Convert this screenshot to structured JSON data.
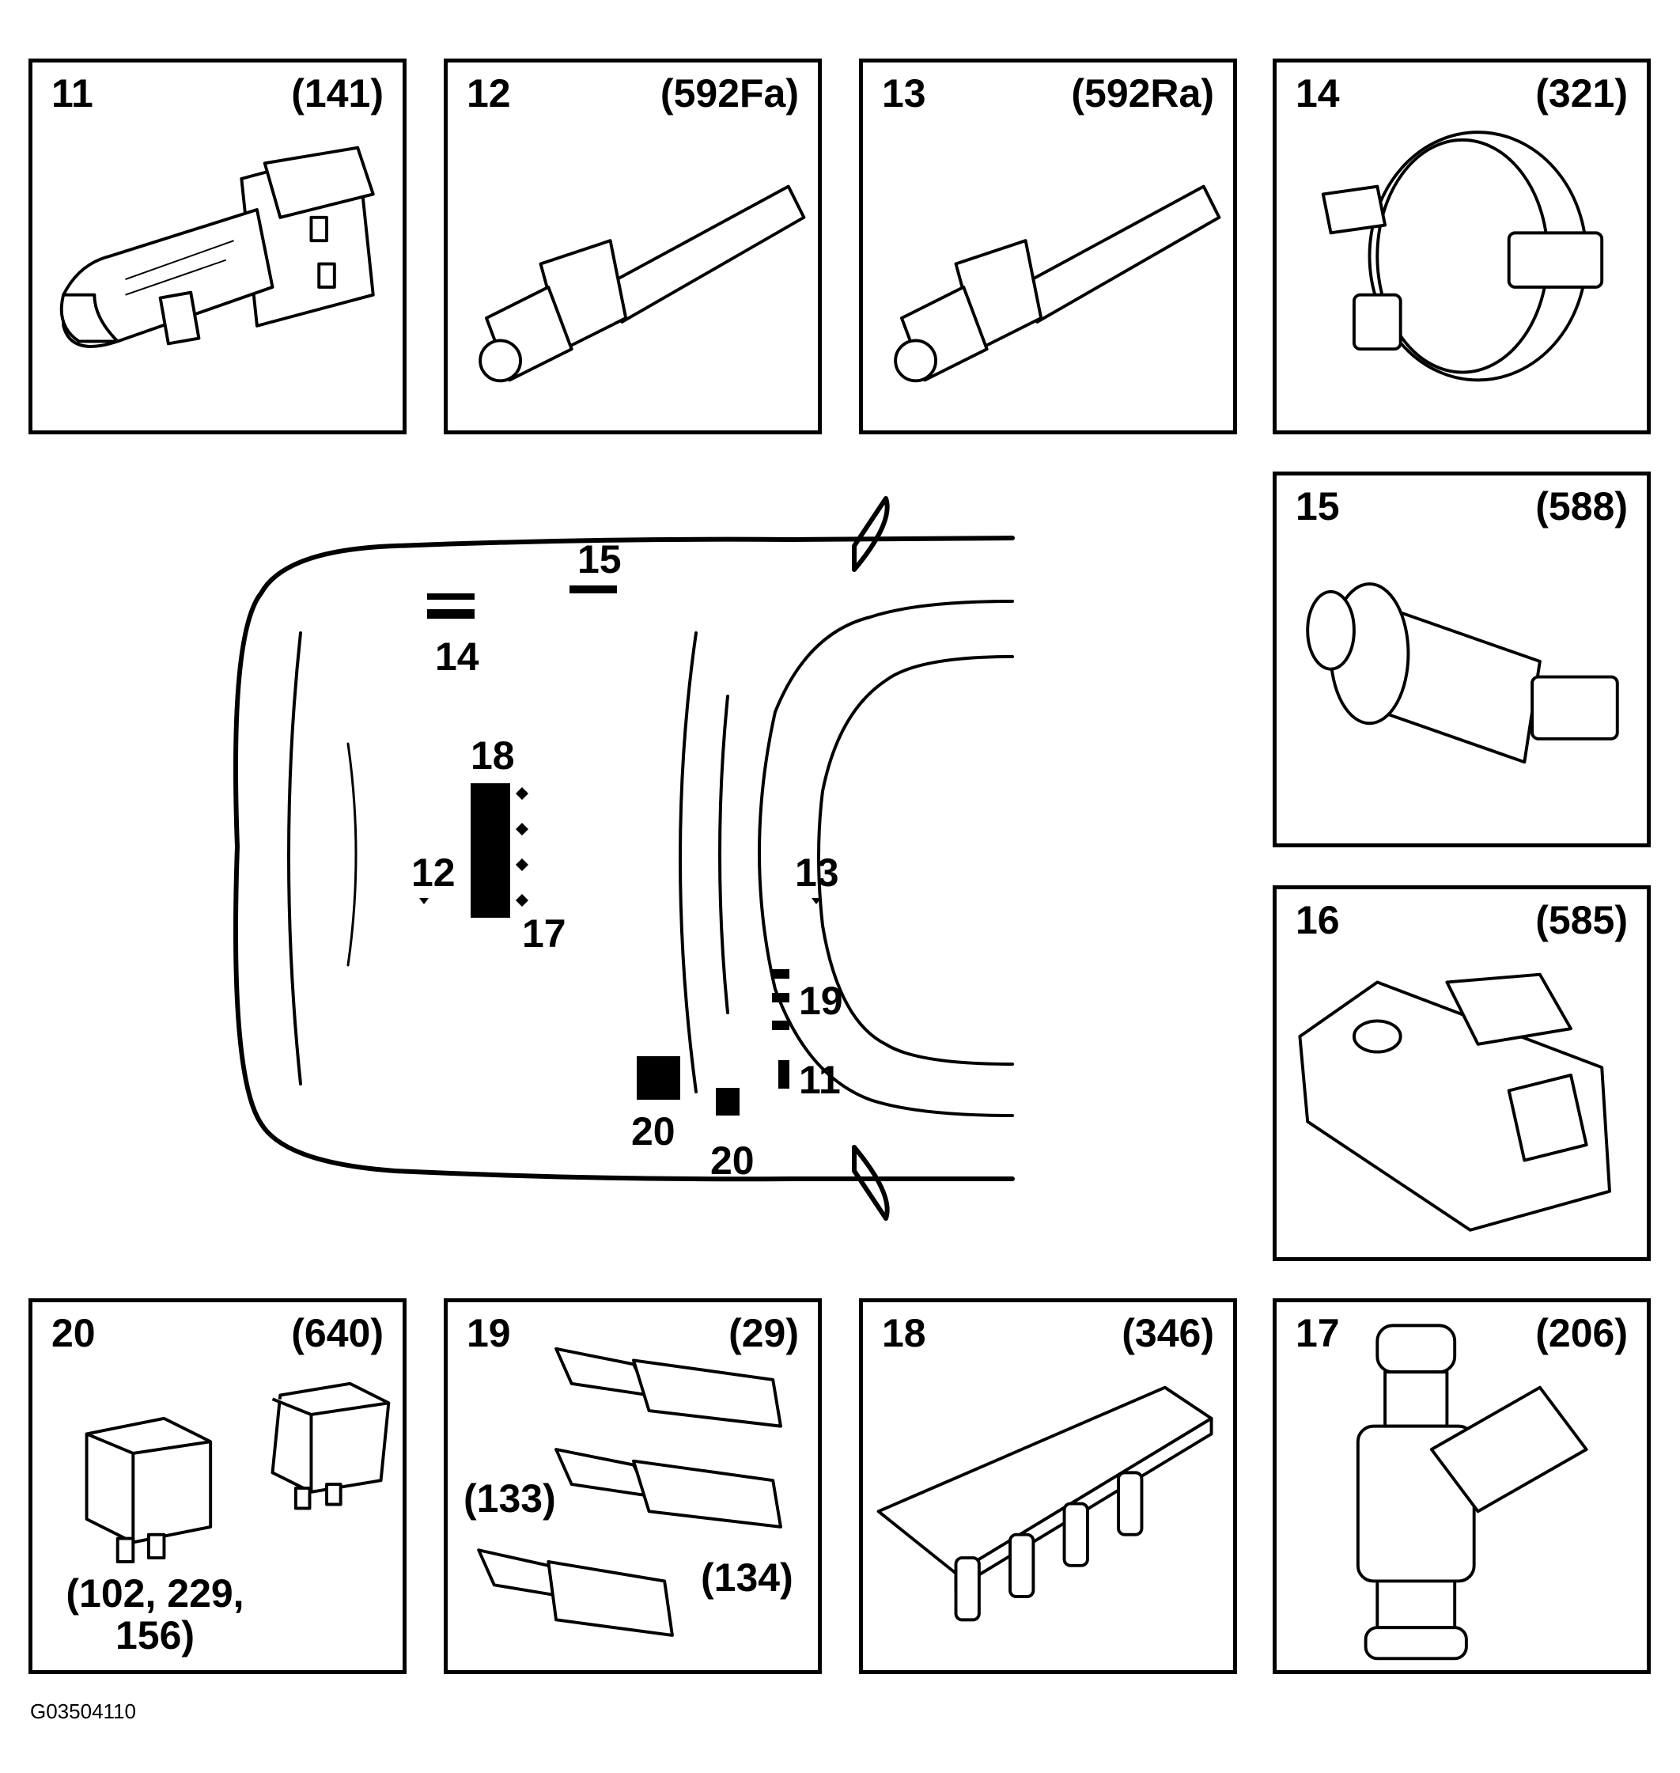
{
  "panels": [
    {
      "num": "11",
      "code": "(141)"
    },
    {
      "num": "12",
      "code": "(592Fa)"
    },
    {
      "num": "13",
      "code": "(592Ra)"
    },
    {
      "num": "14",
      "code": "(321)"
    },
    {
      "num": "15",
      "code": "(588)"
    },
    {
      "num": "16",
      "code": "(585)"
    },
    {
      "num": "20",
      "code": "(640)",
      "sub": "(102, 229,\n156)"
    },
    {
      "num": "19",
      "code": "(29)",
      "sub_a": "(133)",
      "sub_b": "(134)"
    },
    {
      "num": "18",
      "code": "(346)"
    },
    {
      "num": "17",
      "code": "(206)"
    }
  ],
  "car_callouts": {
    "c15": "15",
    "c14": "14",
    "c18": "18",
    "c12": "12",
    "c17": "17",
    "c13": "13",
    "c19": "19",
    "c11": "11",
    "c20a": "20",
    "c20b": "20"
  },
  "figure_id": "G03504110"
}
